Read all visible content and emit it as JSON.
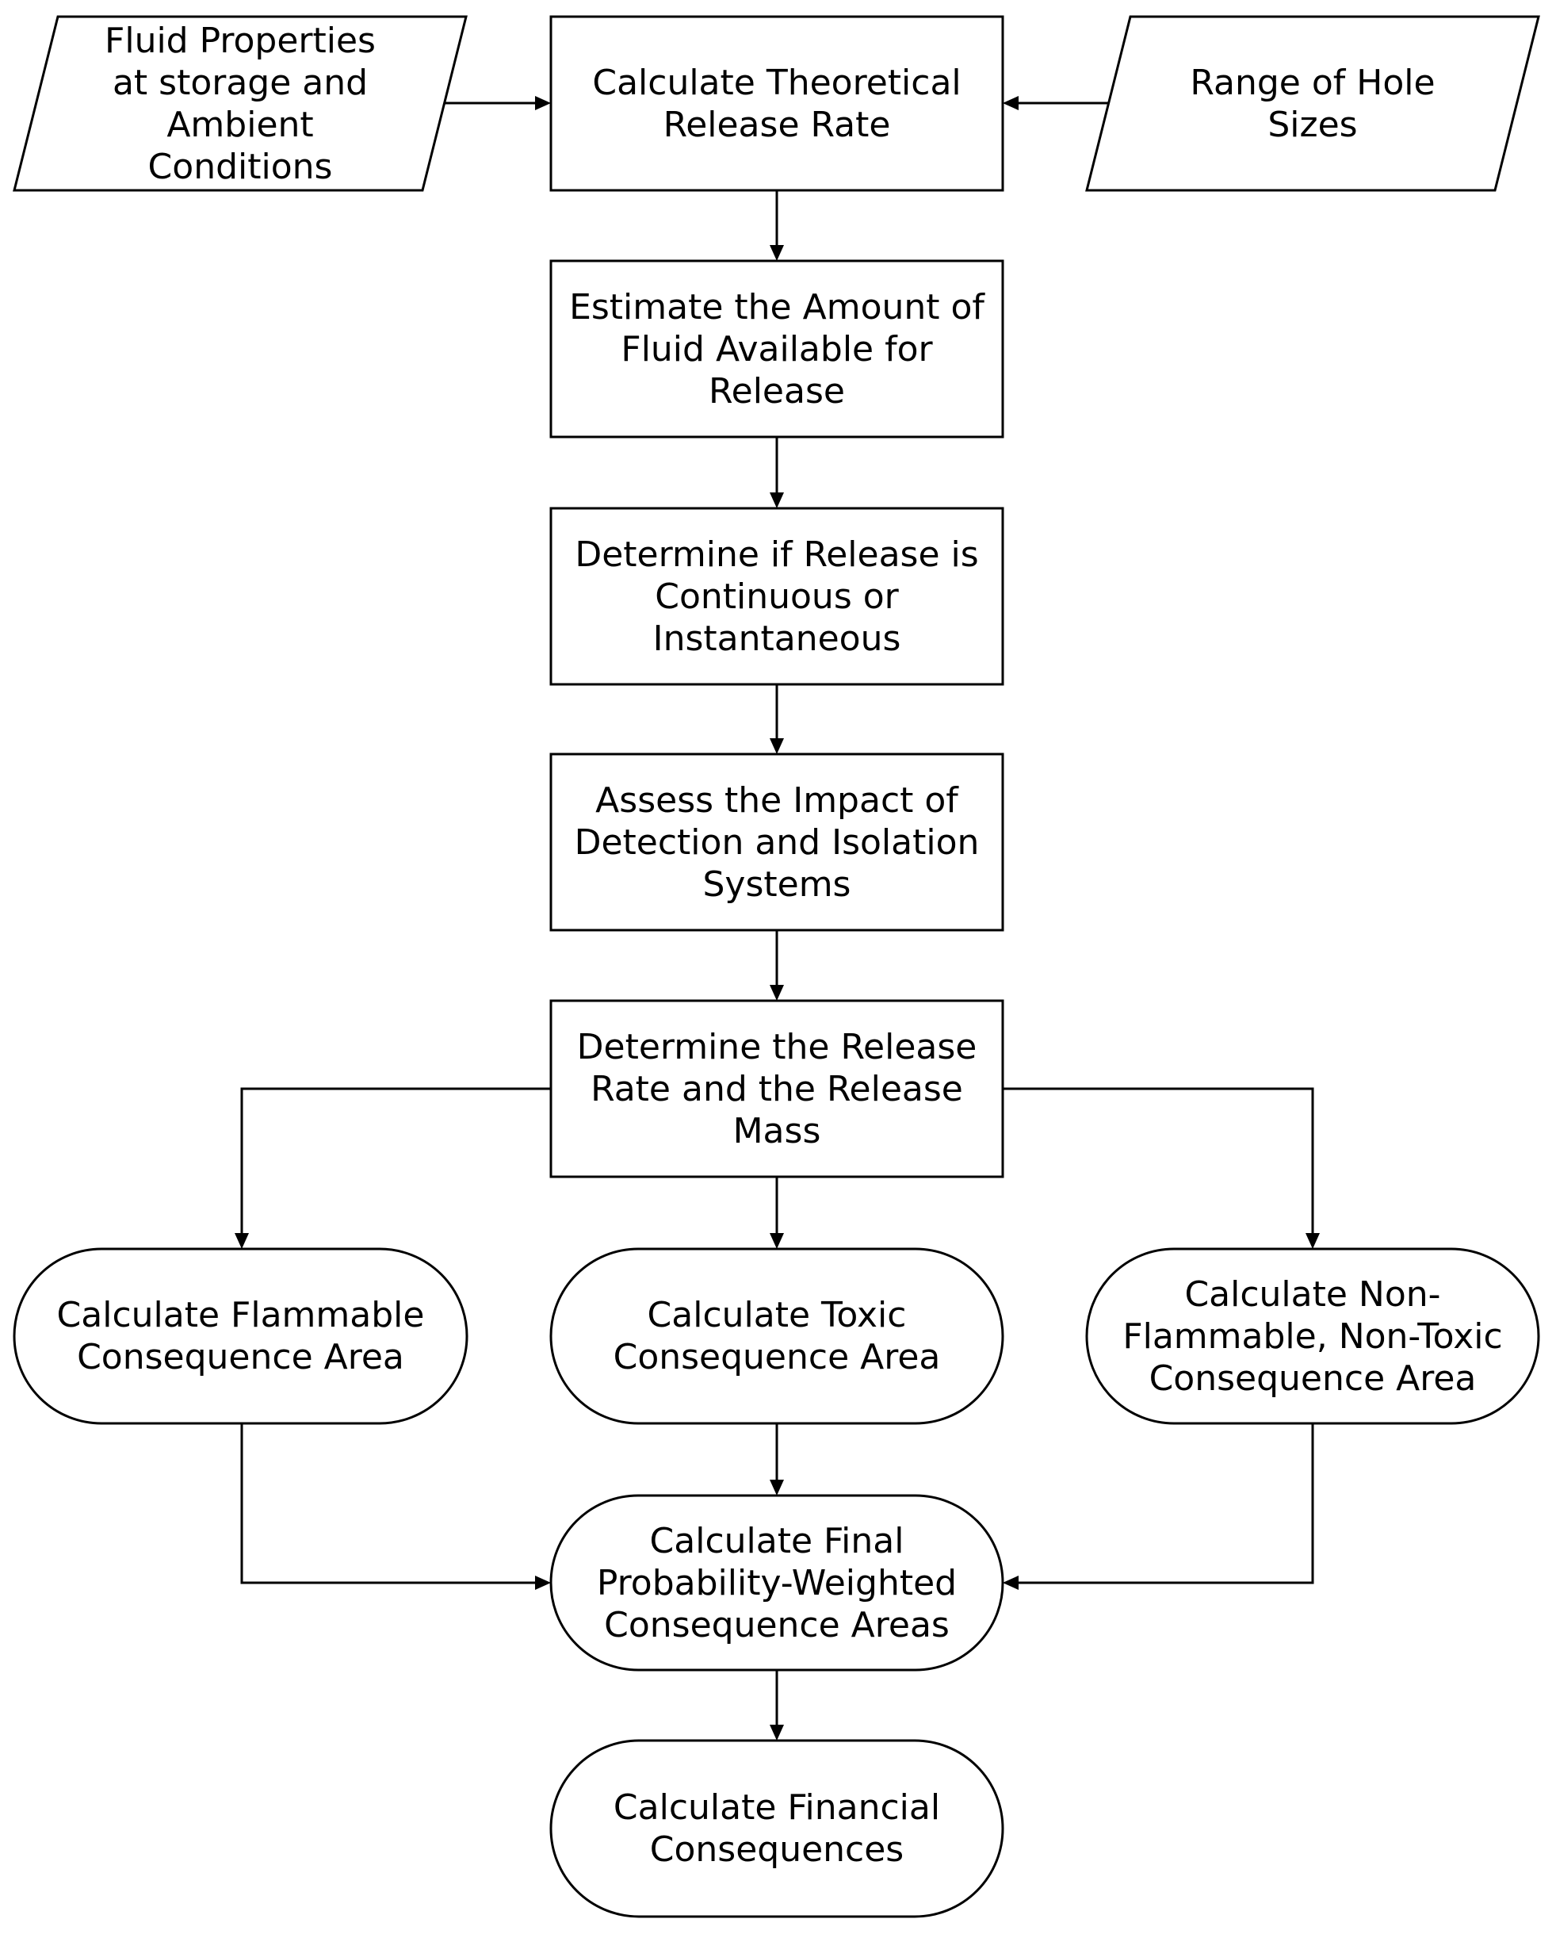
{
  "diagram": {
    "nodes": [
      {
        "id": "fluid",
        "shape": "parallelogram",
        "text": "Fluid Properties\nat storage and\nAmbient\nConditions"
      },
      {
        "id": "theoretical",
        "shape": "rect",
        "text": "Calculate Theoretical\nRelease Rate"
      },
      {
        "id": "holes",
        "shape": "parallelogram",
        "text": "Range of Hole\nSizes"
      },
      {
        "id": "amount",
        "shape": "rect",
        "text": "Estimate the Amount of\nFluid Available for\nRelease"
      },
      {
        "id": "continuous",
        "shape": "rect",
        "text": "Determine if Release is\nContinuous or\nInstantaneous"
      },
      {
        "id": "detection",
        "shape": "rect",
        "text": "Assess the Impact of\nDetection and Isolation\nSystems"
      },
      {
        "id": "mass",
        "shape": "rect",
        "text": "Determine the Release\nRate and the Release\nMass"
      },
      {
        "id": "flammable",
        "shape": "terminal",
        "text": "Calculate Flammable\nConsequence Area"
      },
      {
        "id": "toxic",
        "shape": "terminal",
        "text": "Calculate Toxic\nConsequence Area"
      },
      {
        "id": "nonflam",
        "shape": "terminal",
        "text": "Calculate Non-\nFlammable, Non-Toxic\nConsequence Area"
      },
      {
        "id": "final",
        "shape": "terminal",
        "text": "Calculate Final\nProbability-Weighted\nConsequence Areas"
      },
      {
        "id": "financial",
        "shape": "terminal",
        "text": "Calculate Financial\nConsequences"
      }
    ],
    "edges": [
      {
        "from": "fluid",
        "to": "theoretical"
      },
      {
        "from": "holes",
        "to": "theoretical"
      },
      {
        "from": "theoretical",
        "to": "amount"
      },
      {
        "from": "amount",
        "to": "continuous"
      },
      {
        "from": "continuous",
        "to": "detection"
      },
      {
        "from": "detection",
        "to": "mass"
      },
      {
        "from": "mass",
        "to": "flammable"
      },
      {
        "from": "mass",
        "to": "toxic"
      },
      {
        "from": "mass",
        "to": "nonflam"
      },
      {
        "from": "flammable",
        "to": "final"
      },
      {
        "from": "toxic",
        "to": "final"
      },
      {
        "from": "nonflam",
        "to": "final"
      },
      {
        "from": "final",
        "to": "financial"
      }
    ]
  }
}
